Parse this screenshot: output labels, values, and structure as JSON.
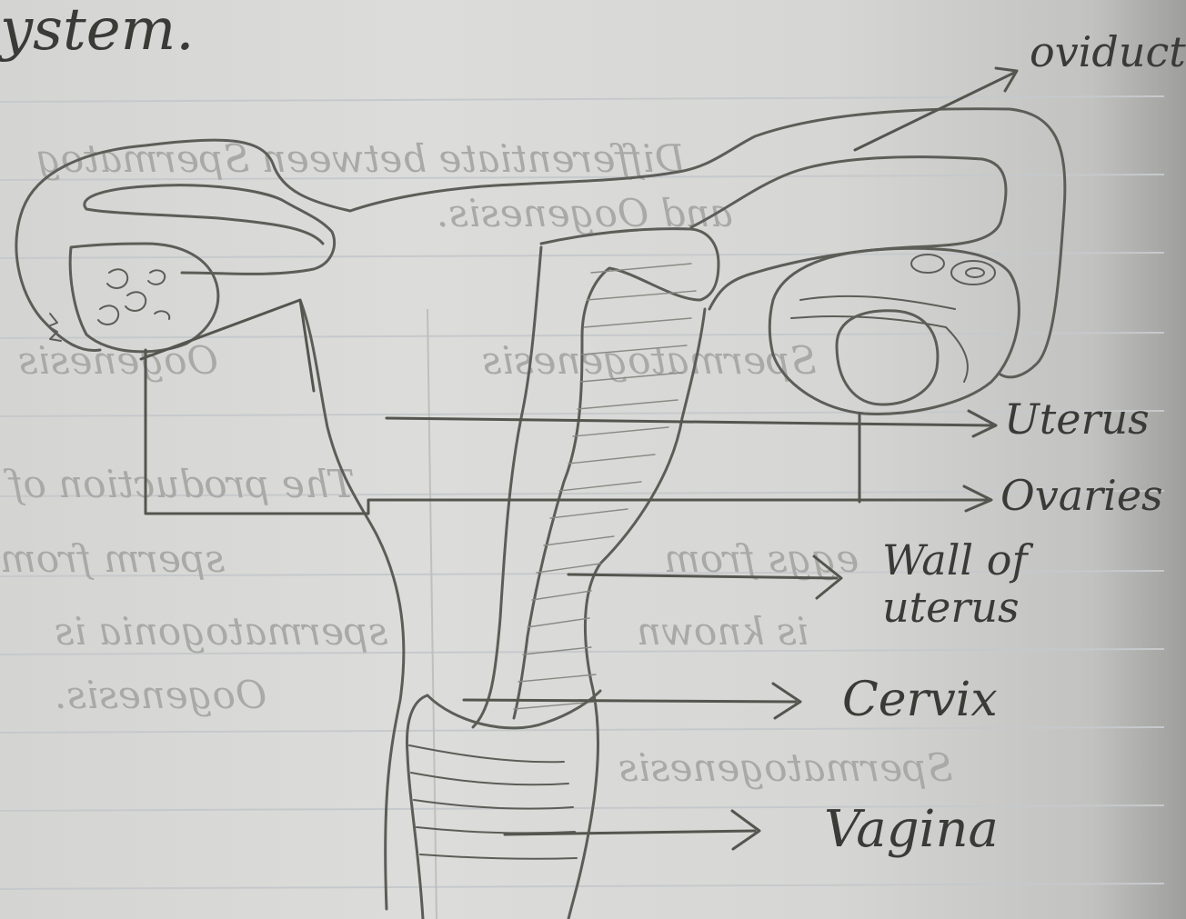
{
  "page": {
    "title_fragment": "ystem."
  },
  "labels": {
    "oviduct": "oviduct",
    "uterus": "Uterus",
    "ovaries": "Ovaries",
    "wall_of_uterus": "Wall of uterus",
    "cervix": "Cervix",
    "vagina": "Vagina"
  },
  "bleed_through": {
    "line1": "Differentiate between Spermatog",
    "line2": "and Oogenesis.",
    "line3": "Spermatogenesis",
    "line4": "Oogenesis",
    "line5": "The production of",
    "line6": "sperm from",
    "line7": "eggs from",
    "line8": "spermatogonia is",
    "line9": "is known",
    "line10": "Oogenesis.",
    "line11": "Spermatogenesis"
  },
  "colors": {
    "paper": "#d8d8d6",
    "pencil": "#5a5a55",
    "ink": "#3a3a36",
    "rule": "#c4c8cc"
  }
}
